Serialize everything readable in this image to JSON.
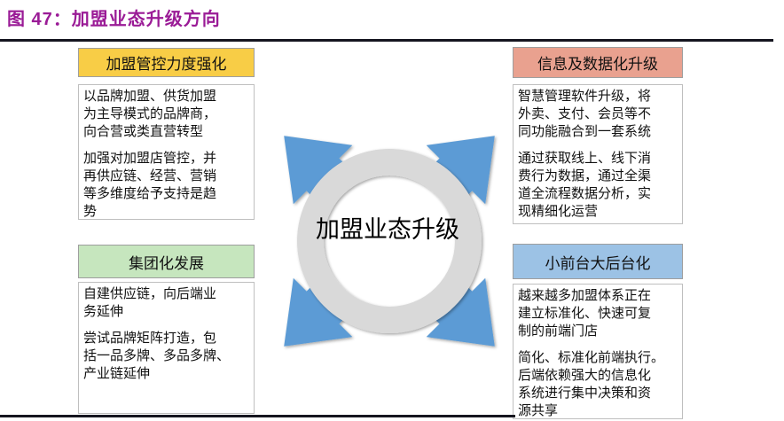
{
  "figure": {
    "title": "图 47：加盟业态升级方向",
    "title_color": "#9A1B96",
    "rule_color": "#15151f"
  },
  "center": {
    "label": "加盟业态升级",
    "arrow_color": "#5B9BD5",
    "ring_color": "#D9D9D9",
    "label_color": "#000000"
  },
  "panels": [
    {
      "position": "top-left",
      "header": "加盟管控力度强化",
      "header_color": "#F8CD46",
      "paragraphs": [
        "以品牌加盟、供货加盟\n为主导模式的品牌商，\n向合营或类直营转型",
        "加强对加盟店管控，并\n再供应链、经营、营销\n等多维度给予支持是趋\n势"
      ]
    },
    {
      "position": "top-right",
      "header": "信息及数据化升级",
      "header_color": "#E9A18F",
      "paragraphs": [
        "智慧管理软件升级，将\n外卖、支付、会员等不\n同功能融合到一套系统",
        "通过获取线上、线下消\n费行为数据，通过全渠\n道全流程数据分析，实\n现精细化运营"
      ]
    },
    {
      "position": "bottom-left",
      "header": "集团化发展",
      "header_color": "#C6E6BE",
      "paragraphs": [
        "自建供应链，向后端业\n务延伸",
        "尝试品牌矩阵打造，包\n括一品多牌、多品多牌、\n产业链延伸"
      ]
    },
    {
      "position": "bottom-right",
      "header": "小前台大后台化",
      "header_color": "#9CC2E5",
      "paragraphs": [
        "越来越多加盟体系正在\n建立标准化、快速可复\n制的前端门店",
        "简化、标准化前端执行。\n后端依赖强大的信息化\n系统进行集中决策和资\n源共享"
      ]
    }
  ]
}
